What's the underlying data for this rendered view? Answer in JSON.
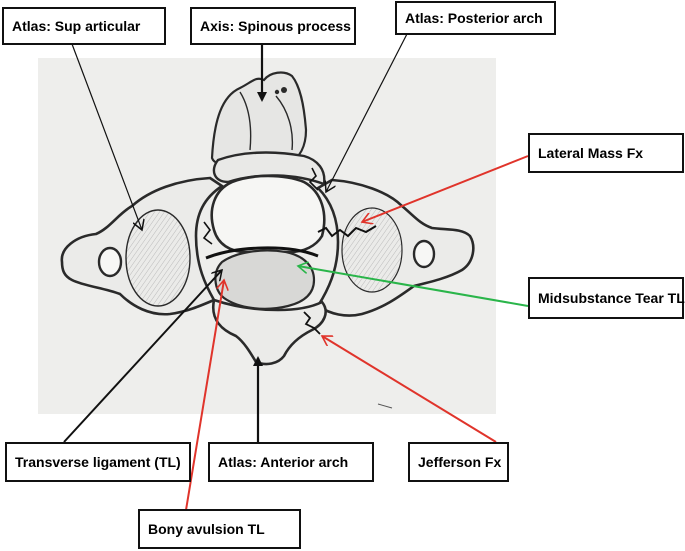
{
  "labels": {
    "sup_articular": "Atlas: Sup articular",
    "spinous_process": "Axis: Spinous process",
    "posterior_arch": "Atlas: Posterior arch",
    "lateral_mass_fx": "Lateral Mass Fx",
    "midsubstance_tear": "Midsubstance Tear TL",
    "transverse_ligament": "Transverse ligament (TL)",
    "anterior_arch": "Atlas: Anterior arch",
    "jefferson_fx": "Jefferson Fx",
    "bony_avulsion": "Bony avulsion TL"
  },
  "colors": {
    "pointer_black": "#111111",
    "pointer_red": "#e0342b",
    "pointer_green": "#2ab54a",
    "paper": "#eeeeec",
    "sketch": "#2a2a2a"
  }
}
